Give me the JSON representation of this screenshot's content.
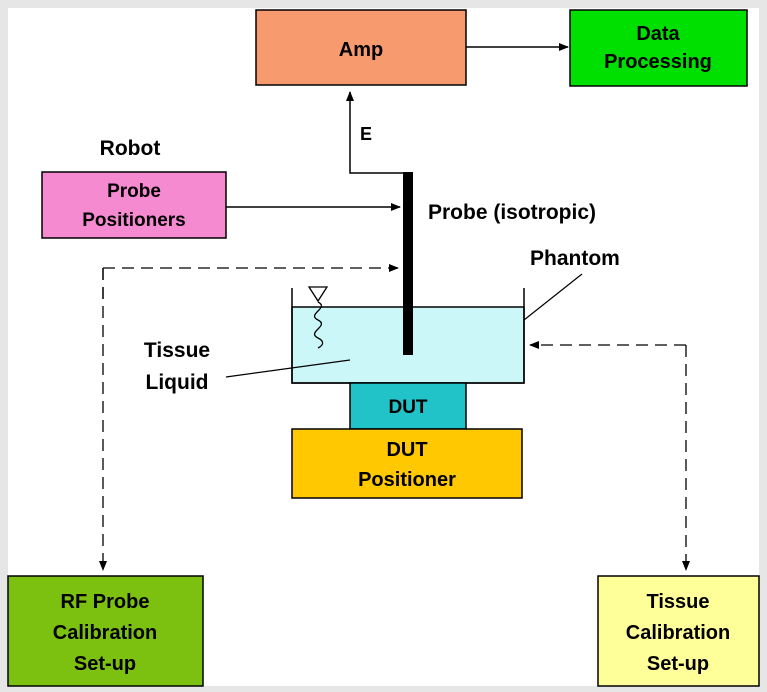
{
  "blocks": {
    "amp": {
      "label": "Amp",
      "color": "#f79a6e"
    },
    "data_processing": {
      "lines": [
        "Data",
        "Processing"
      ],
      "color": "#00e000"
    },
    "probe_positioners": {
      "lines": [
        "Probe",
        "Positioners"
      ],
      "color": "#f58ad0"
    },
    "dut": {
      "label": "DUT",
      "color": "#22c3c8"
    },
    "dut_positioner": {
      "lines": [
        "DUT",
        "Positioner"
      ],
      "color": "#ffc800"
    },
    "rf_probe_calibration": {
      "lines": [
        "RF Probe",
        "Calibration",
        "Set-up"
      ],
      "color": "#7cc010"
    },
    "tissue_calibration": {
      "lines": [
        "Tissue",
        "Calibration",
        "Set-up"
      ],
      "color": "#ffff99"
    },
    "phantom_liquid": {
      "color": "#ccf7f8"
    }
  },
  "labels": {
    "robot": "Robot",
    "e_field": "E",
    "probe": "Probe (isotropic)",
    "phantom": "Phantom",
    "tissue_liquid": [
      "Tissue",
      "Liquid"
    ]
  }
}
